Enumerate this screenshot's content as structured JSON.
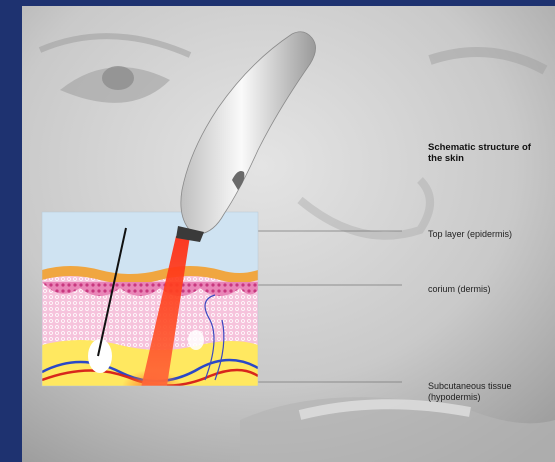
{
  "diagram": {
    "title_line1": "Schematic structure of",
    "title_line2": "the skin",
    "layers": {
      "epidermis": "Top layer (epidermis)",
      "dermis": "corium (dermis)",
      "hypodermis_line1": "Subcutaneous tissue",
      "hypodermis_line2": "(hypodermis)"
    }
  },
  "colors": {
    "slide_background": "#1e3270",
    "epidermis": "#f0a640",
    "dermis": "#f4b8d8",
    "hypodermis": "#ffe860",
    "laser_beam": "#ff3b1a",
    "sky": "#cfe3f2"
  }
}
